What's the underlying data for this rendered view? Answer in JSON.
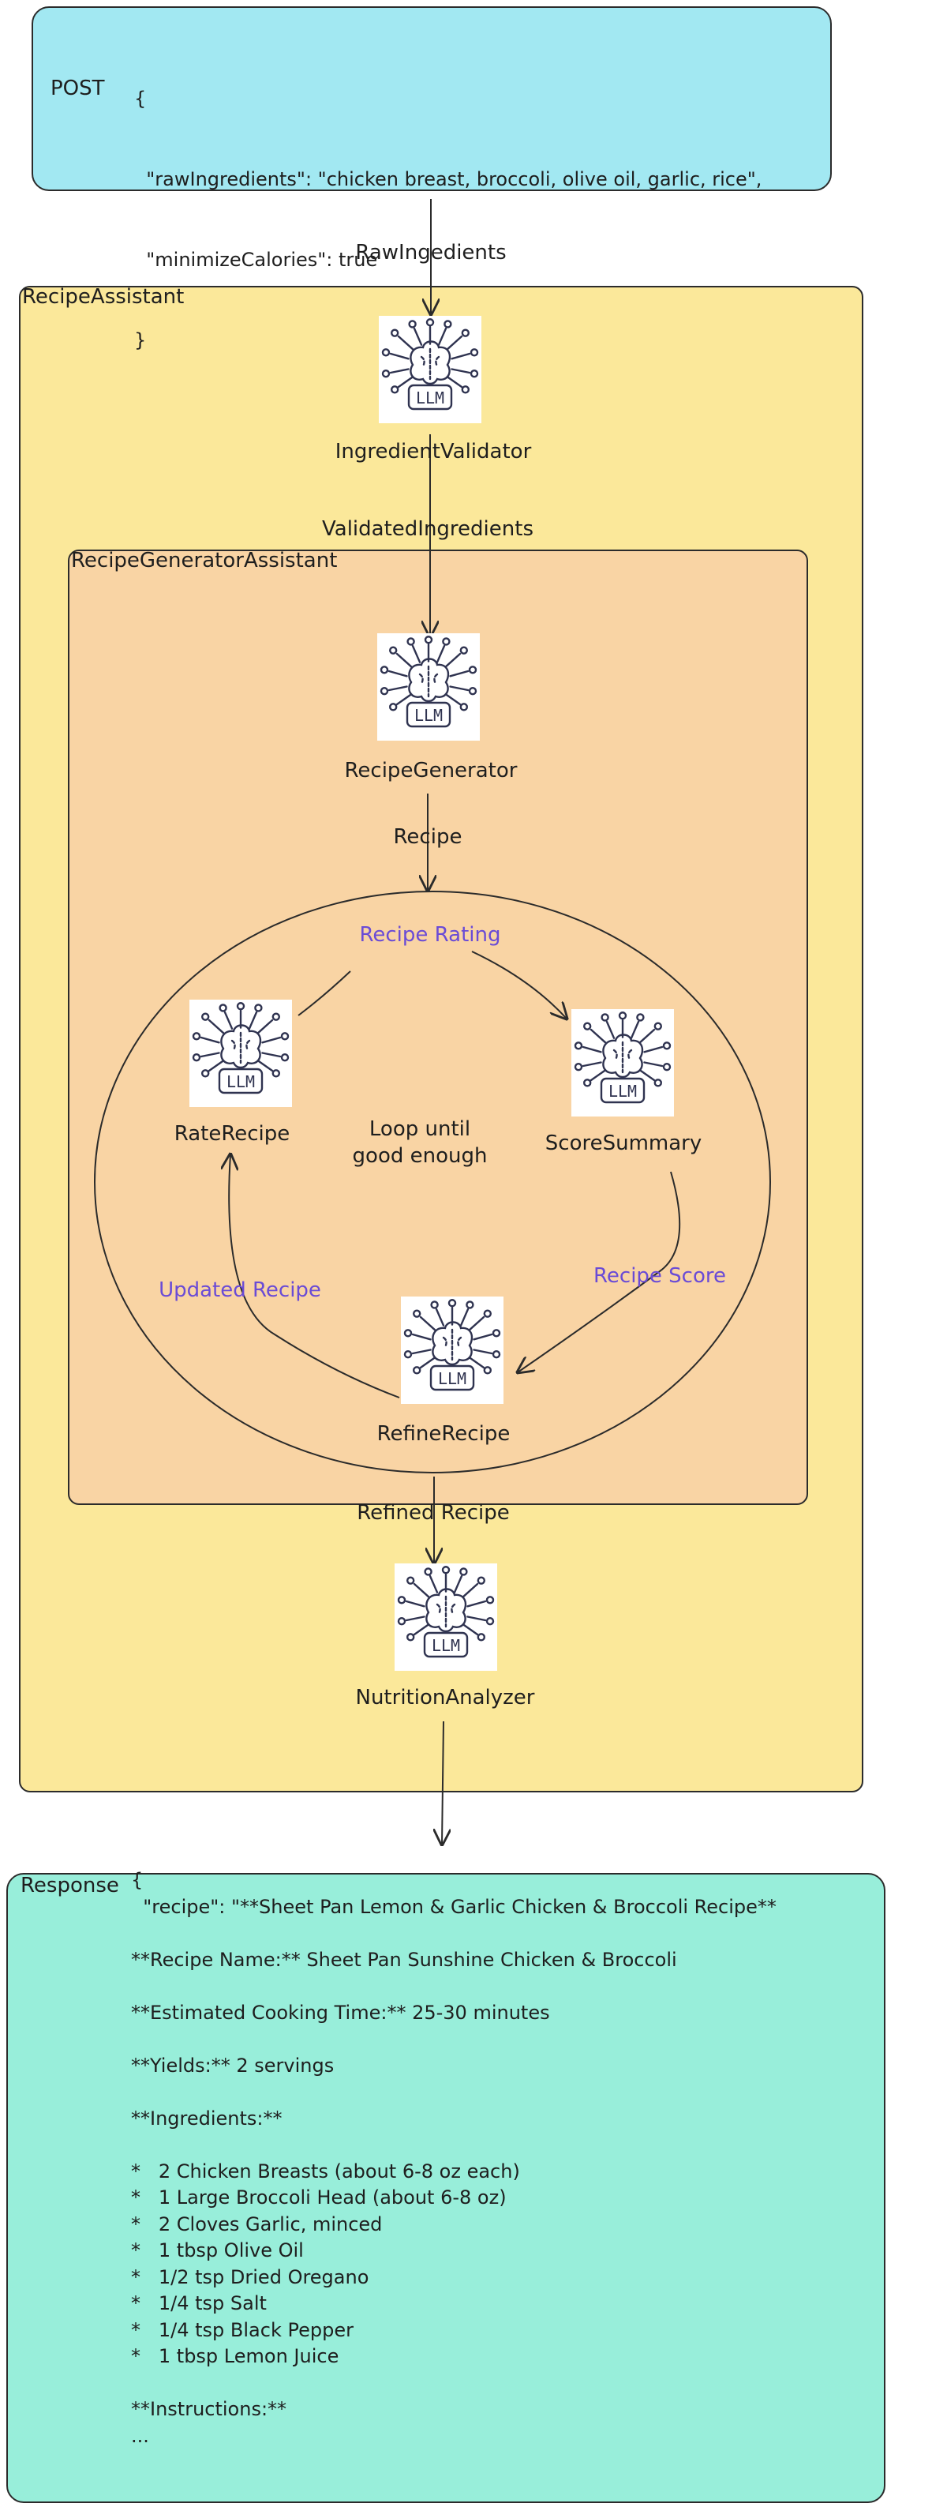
{
  "request": {
    "method": "POST",
    "body_lines": [
      "{",
      "  \"rawIngredients\": \"chicken breast, broccoli, olive oil, garlic, rice\",",
      "  \"minimizeCalories\": true",
      "}"
    ]
  },
  "edges": {
    "raw_ingredients": "RawIngedients",
    "validated_ingredients": "ValidatedIngredients",
    "recipe": "Recipe",
    "recipe_rating": "Recipe Rating",
    "recipe_score": "Recipe Score",
    "updated_recipe": "Updated Recipe",
    "refined_recipe": "Refined Recipe"
  },
  "groups": {
    "assistant": "RecipeAssistant",
    "generator": "RecipeGeneratorAssistant"
  },
  "nodes": {
    "ingredient_validator": "IngredientValidator",
    "recipe_generator": "RecipeGenerator",
    "rate_recipe": "RateRecipe",
    "score_summary": "ScoreSummary",
    "refine_recipe": "RefineRecipe",
    "nutrition_analyzer": "NutritionAnalyzer",
    "llm_badge": "LLM"
  },
  "loop_note": {
    "line1": "Loop until",
    "line2": "good enough"
  },
  "response": {
    "label": "Response",
    "lines": [
      "{",
      "  \"recipe\": \"**Sheet Pan Lemon & Garlic Chicken & Broccoli Recipe**",
      "",
      "**Recipe Name:** Sheet Pan Sunshine Chicken & Broccoli",
      "",
      "**Estimated Cooking Time:** 25-30 minutes",
      "",
      "**Yields:** 2 servings",
      "",
      "**Ingredients:**",
      "",
      "*   2 Chicken Breasts (about 6-8 oz each)",
      "*   1 Large Broccoli Head (about 6-8 oz)",
      "*   2 Cloves Garlic, minced",
      "*   1 tbsp Olive Oil",
      "*   1/2 tsp Dried Oregano",
      "*   1/4 tsp Salt",
      "*   1/4 tsp Black Pepper",
      "*   1 tbsp Lemon Juice",
      "",
      "**Instructions:**",
      "..."
    ]
  },
  "colors": {
    "request_fill": "#a2e8f2",
    "assistant_fill": "#fbe89a",
    "generator_fill": "#f9d4a4",
    "response_fill": "#98eeda",
    "edge_label_accent": "#6a4bd6",
    "icon_stroke": "#2f3350"
  }
}
